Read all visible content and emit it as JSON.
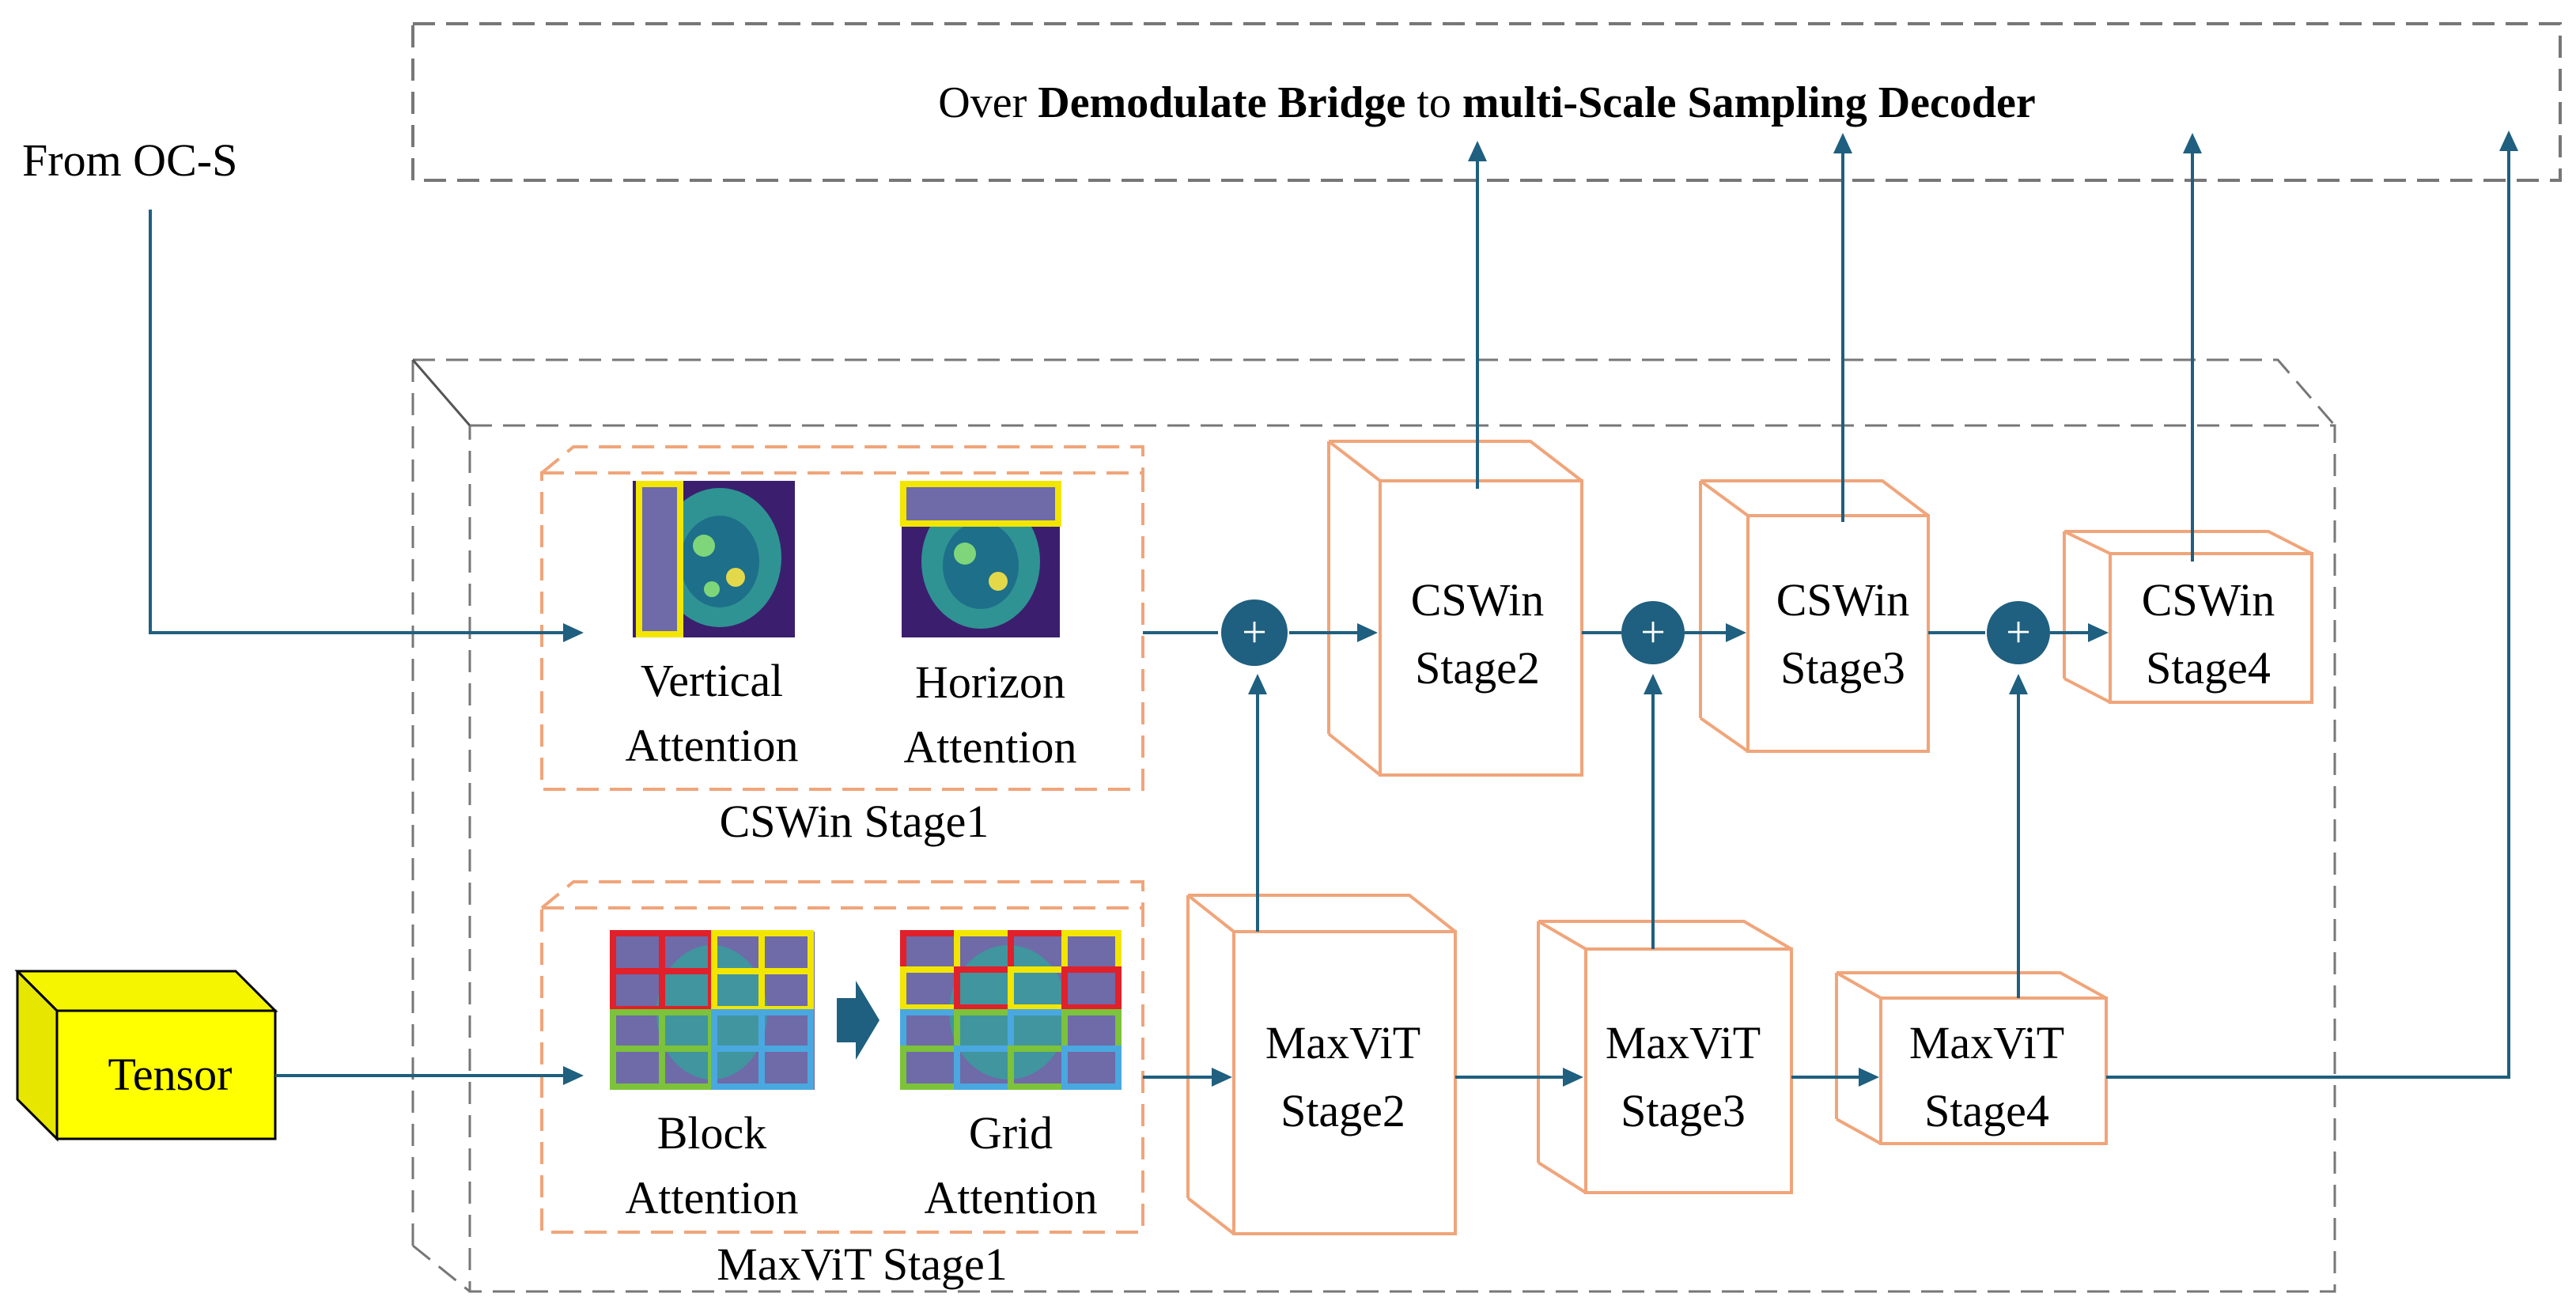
{
  "header": {
    "prefix": "Over ",
    "bold1": "Demodulate Bridge",
    "mid": " to ",
    "bold2": "multi-Scale Sampling Decoder"
  },
  "input_label": "From OC-S",
  "tensor_label": "Tensor",
  "cswin_stage1": {
    "caption": "CSWin Stage1",
    "vertical": [
      "Vertical",
      "Attention"
    ],
    "horizon": [
      "Horizon",
      "Attention"
    ]
  },
  "maxvit_stage1": {
    "caption": "MaxViT Stage1",
    "block": [
      "Block",
      "Attention"
    ],
    "grid": [
      "Grid",
      "Attention"
    ]
  },
  "cswin_stages": [
    {
      "line1": "CSWin",
      "line2": "Stage2"
    },
    {
      "line1": "CSWin",
      "line2": "Stage3"
    },
    {
      "line1": "CSWin",
      "line2": "Stage4"
    }
  ],
  "maxvit_stages": [
    {
      "line1": "MaxViT",
      "line2": "Stage2"
    },
    {
      "line1": "MaxViT",
      "line2": "Stage3"
    },
    {
      "line1": "MaxViT",
      "line2": "Stage4"
    }
  ],
  "add_symbol": "+",
  "colors": {
    "arrow": "#1f5f7f",
    "box_stroke": "#f0a57a",
    "dash": "#777777",
    "tensor": "#ffff00",
    "image_bg": "#3b1f6e",
    "image_tissue": "#2ea89a",
    "yellow_frame": "#f2e600",
    "red_frame": "#e0202a",
    "green_frame": "#7cc23a",
    "blue_frame": "#4aa8e0"
  }
}
